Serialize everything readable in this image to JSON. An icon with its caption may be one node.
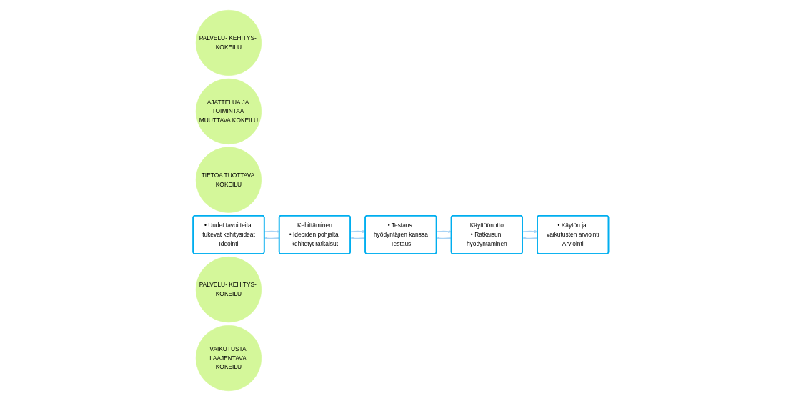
{
  "diagram": {
    "nodes": [
      {
        "text": [
          "PALVELU- KEHITYS- KOKEILU"
        ]
      },
      {
        "text": [
          "AJATTELUA JA TOIMINTAA MUUTTAVA KOKEILU"
        ]
      },
      {
        "text": [
          "TIETOA TUOTTAVA KOKEILU"
        ]
      },
      {
        "text": [
          "• Uudet tavoitteita tukevat kehitysideat",
          "Ideointi"
        ]
      },
      {
        "text": [
          "Kehittäminen",
          "• Ideoiden pohjalta kehitetyt ratkaisut"
        ]
      },
      {
        "text": [
          "• Testaus hyödyntäjien kanssa",
          "Testaus"
        ]
      },
      {
        "text": [
          "Käyttöönotto",
          "• Ratkaisun hyödyntäminen"
        ]
      },
      {
        "text": [
          "• Käytön ja vaikutusten arviointi",
          "Arviointi"
        ]
      },
      {
        "text": [
          "PALVELU- KEHITYS- KOKEILU"
        ]
      },
      {
        "text": [
          "VAIKUTUSTA LAAJENTAVA KOKEILU"
        ]
      }
    ],
    "edges": [
      {
        "from": 3,
        "to": 4,
        "arrow": "to"
      },
      {
        "from": 4,
        "to": 3,
        "arrow": "to"
      },
      {
        "from": 4,
        "to": 5,
        "arrow": "to"
      },
      {
        "from": 5,
        "to": 4,
        "arrow": "to"
      },
      {
        "from": 5,
        "to": 6,
        "arrow": "to"
      },
      {
        "from": 6,
        "to": 5,
        "arrow": "to"
      },
      {
        "from": 6,
        "to": 7,
        "arrow": "to"
      },
      {
        "from": 7,
        "to": 6,
        "arrow": "to"
      }
    ]
  }
}
